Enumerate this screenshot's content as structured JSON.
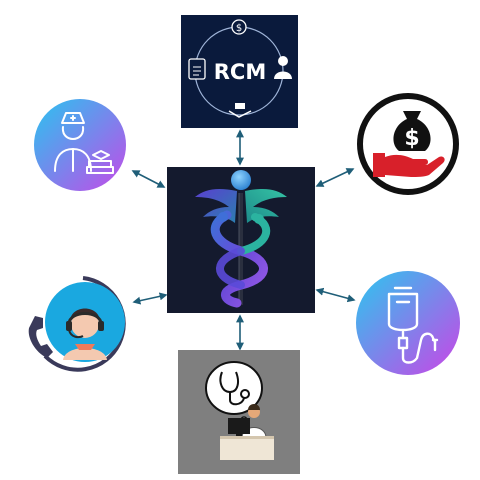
{
  "hub": {
    "icon": "caduceus-icon",
    "background": "#141a2e"
  },
  "nodes": [
    {
      "id": "rcm",
      "label": "RCM",
      "icon": "rcm-cycle-icon",
      "background": "#0a1a3c"
    },
    {
      "id": "nurse",
      "icon": "nurse-icon",
      "gradient": [
        "#29c4f0",
        "#c44ae8"
      ]
    },
    {
      "id": "finance",
      "icon": "money-bag-hand-icon",
      "accent": "#d8202a",
      "ring": "#111111"
    },
    {
      "id": "call-center",
      "icon": "headset-agent-icon",
      "ring": "#3a3a5a",
      "accent": "#f07a5a"
    },
    {
      "id": "iv-drip",
      "icon": "iv-drip-icon",
      "gradient": [
        "#2bc7ef",
        "#cb44e6"
      ]
    },
    {
      "id": "doctor-desk",
      "icon": "doctor-at-computer-icon",
      "background": "#7f7f7f"
    }
  ],
  "connector_color": "#1f5e78",
  "colors": {
    "purple": "#6a4ad8",
    "teal": "#2aa59a",
    "sphere": "#3a9ee6"
  }
}
